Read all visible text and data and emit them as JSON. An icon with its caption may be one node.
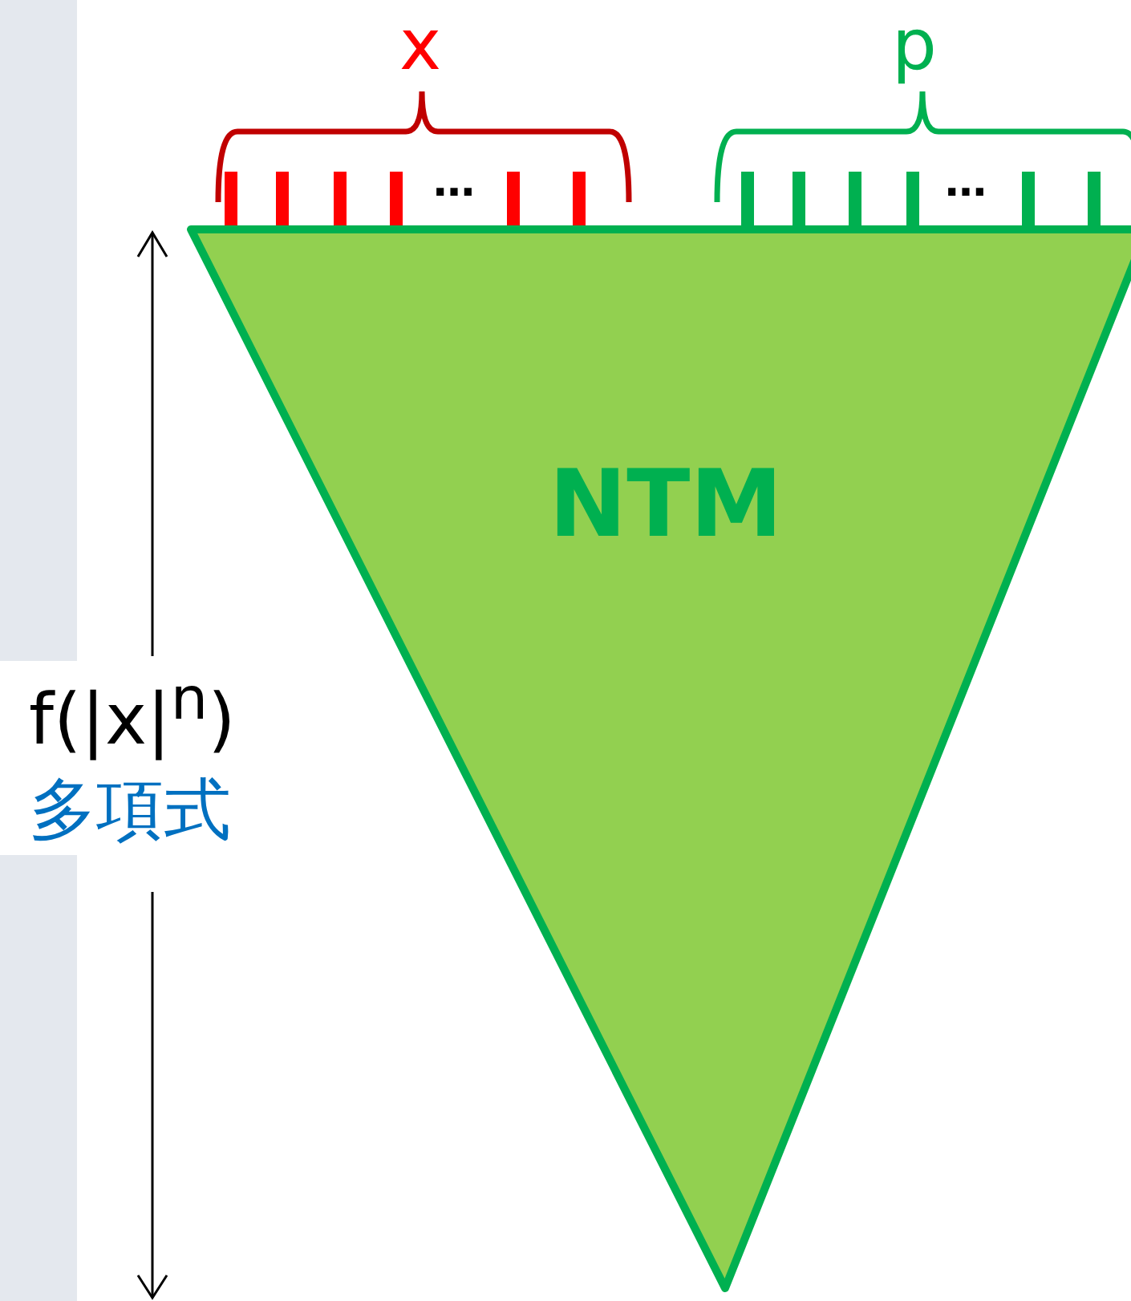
{
  "diagram": {
    "nodes": [
      {
        "text": [
          "NTM"
        ]
      }
    ],
    "labels": [
      "x",
      "p",
      "…",
      "…",
      "f(|x|$^{n}$)",
      "多項式"
    ]
  }
}
